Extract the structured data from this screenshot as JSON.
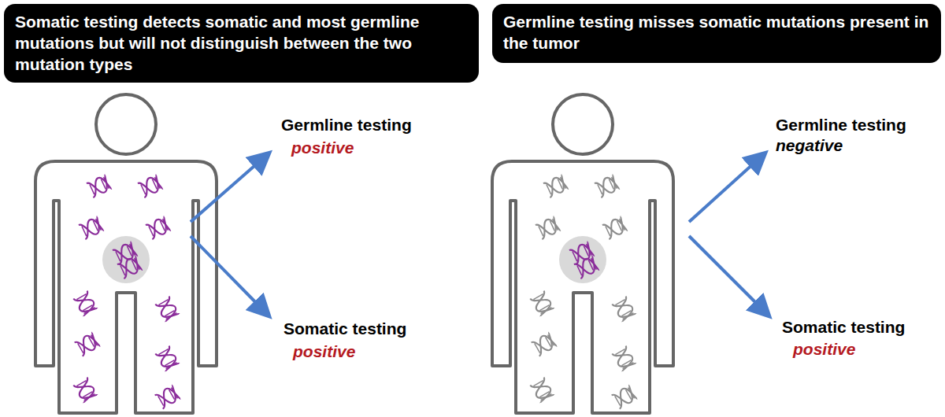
{
  "diagram": {
    "nodes": [
      {
        "text": [
          "Somatic testing detects somatic and most germline mutations but will not distinguish between the two mutation types"
        ]
      },
      {
        "text": [
          "Germline testing misses somatic mutations present in the tumor"
        ]
      }
    ],
    "labels": [
      "Germline testing",
      "positive",
      "Somatic testing",
      "positive",
      "Germline testing",
      "negative",
      "Somatic testing",
      "positive"
    ]
  }
}
